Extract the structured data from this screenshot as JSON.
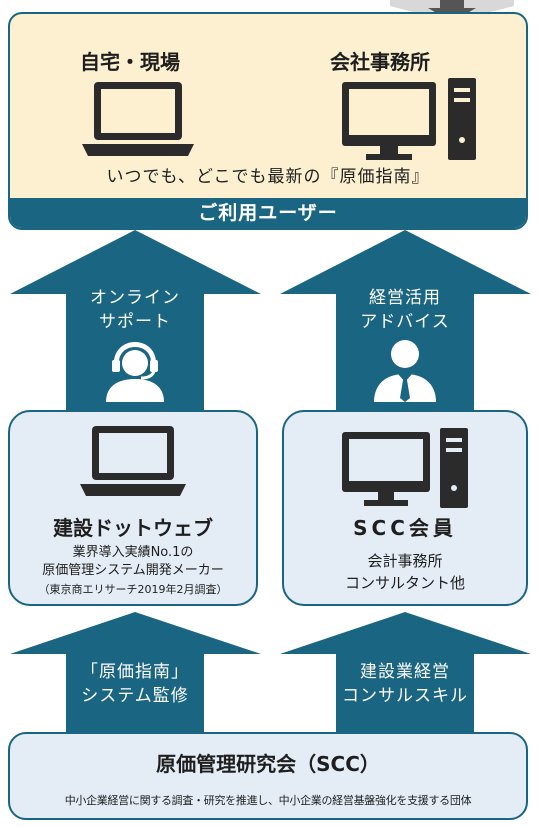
{
  "users": {
    "home_label": "自宅・現場",
    "office_label": "会社事務所",
    "tagline": "いつでも、どこでも最新の『原価指南』",
    "bar_label": "ご利用ユーザー"
  },
  "arrows": {
    "online_support": "オンライン\nサポート",
    "advice": "経営活用\nアドバイス",
    "system_supervision": "「原価指南」\nシステム監修",
    "consulting_skill": "建設業経営\nコンサルスキル"
  },
  "kensetsu": {
    "title": "建設ドットウェブ",
    "desc1": "業界導入実績No.1の",
    "desc2": "原価管理システム開発メーカー",
    "note": "（東京商エリサーチ2019年2月調査）"
  },
  "scc_member": {
    "title": "SCC会員",
    "desc1": "会計事務所",
    "desc2": "コンサルタント他"
  },
  "scc": {
    "title": "原価管理研究会（SCC）",
    "desc": "中小企業経営に関する調査・研究を推進し、中小企業の経営基盤強化を支援する団体"
  },
  "colors": {
    "teal": "#1a6682",
    "cream": "#fcf0d0",
    "panel": "#e4ecf6",
    "icon": "#2b2b2b"
  },
  "icons": [
    "laptop-icon",
    "desktop-computer-icon",
    "headset-operator-icon",
    "businessman-icon"
  ]
}
